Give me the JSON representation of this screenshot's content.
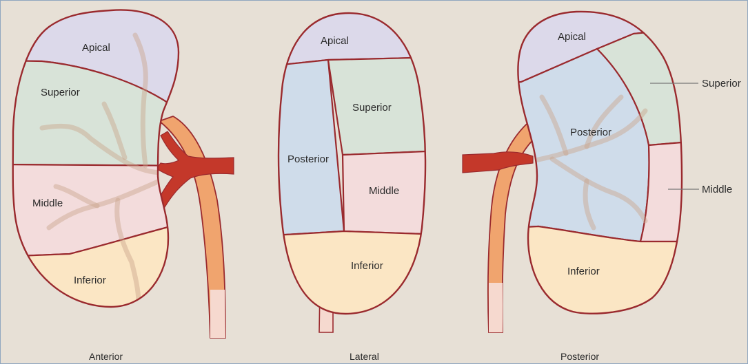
{
  "colors": {
    "background": "#e7e0d6",
    "apical": "#dcd9ea",
    "superior": "#d8e3d8",
    "posterior": "#cfdcea",
    "middle": "#f3dcdc",
    "inferior": "#fbe6c4",
    "outline": "#9a2a2e",
    "artery": "#c4382a",
    "ureter": "#f0a46e"
  },
  "views": [
    {
      "caption": "Anterior",
      "segments": {
        "apical": "Apical",
        "superior": "Superior",
        "middle": "Middle",
        "inferior": "Inferior"
      }
    },
    {
      "caption": "Lateral",
      "segments": {
        "apical": "Apical",
        "superior": "Superior",
        "posterior": "Posterior",
        "middle": "Middle",
        "inferior": "Inferior"
      }
    },
    {
      "caption": "Posterior",
      "segments": {
        "apical": "Apical",
        "posterior": "Posterior",
        "inferior": "Inferior"
      },
      "callouts": {
        "superior": "Superior",
        "middle": "Middle"
      }
    }
  ]
}
